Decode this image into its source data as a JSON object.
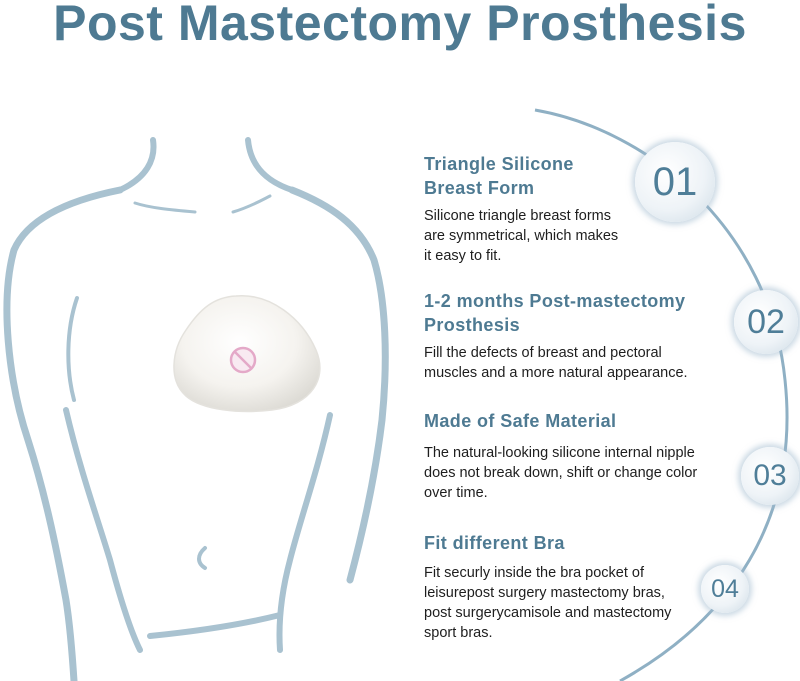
{
  "title": "Post Mastectomy Prosthesis",
  "sections": [
    {
      "number": "01",
      "heading_line1": "Triangle Silicone",
      "heading_line2": "Breast Form",
      "body": [
        "Silicone triangle breast forms",
        "are symmetrical, which makes",
        "it easy to fit."
      ]
    },
    {
      "number": "02",
      "heading_line1": "1-2 months Post-mastectomy",
      "heading_line2": "Prosthesis",
      "body": [
        "Fill the defects of breast and pectoral",
        "muscles and a more natural appearance."
      ]
    },
    {
      "number": "03",
      "heading_line1": "Made of Safe Material",
      "heading_line2": "",
      "body": [
        "The natural-looking silicone internal nipple",
        "does not break down, shift or change color",
        "over time."
      ]
    },
    {
      "number": "04",
      "heading_line1": "Fit different Bra",
      "heading_line2": "",
      "body": [
        "Fit securly inside the bra pocket of",
        "leisurepost surgery mastectomy bras,",
        "post surgerycamisole and mastectomy",
        "sport bras."
      ]
    }
  ],
  "colors": {
    "accent": "#4e7a92",
    "outline": "#a9c2d0",
    "text": "#1e1e1e"
  }
}
